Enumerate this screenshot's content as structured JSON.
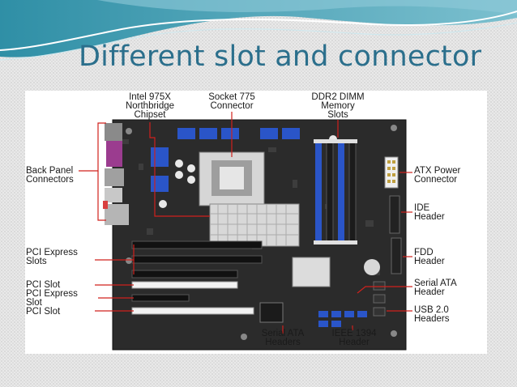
{
  "slide": {
    "title": "Different slot and connector"
  },
  "figure": {
    "labels": {
      "northbridge": [
        "Intel 975X",
        "Northbridge",
        "Chipset"
      ],
      "socket": [
        "Socket 775",
        "Connector"
      ],
      "memory": [
        "DDR2 DIMM",
        "Memory",
        "Slots"
      ],
      "back_panel": [
        "Back Panel",
        "Connectors"
      ],
      "atx_power": [
        "ATX Power",
        "Connector"
      ],
      "ide": [
        "IDE",
        "Header"
      ],
      "pci_express_1": [
        "PCI Express",
        "Slots"
      ],
      "fdd": [
        "FDD",
        "Header"
      ],
      "pci_slot_1": "PCI Slot",
      "pci_express_2": [
        "PCI Express",
        "Slot"
      ],
      "pci_slot_2": "PCI Slot",
      "serial_ata_right": [
        "Serial ATA",
        "Header"
      ],
      "usb": [
        "USB 2.0",
        "Headers"
      ],
      "serial_ata_bottom": [
        "Serial ATA",
        "Headers"
      ],
      "ieee": [
        "IEEE 1394",
        "Header"
      ]
    }
  },
  "colors": {
    "title": "#2b6f8c",
    "wave_dark": "#2f8fa6",
    "wave_light": "#8fcad8",
    "leader_lines": "#d0211c",
    "board": "#2a2a2a",
    "dimm_blue": "#2a55c8",
    "heatsink": "#d8d8d8"
  }
}
